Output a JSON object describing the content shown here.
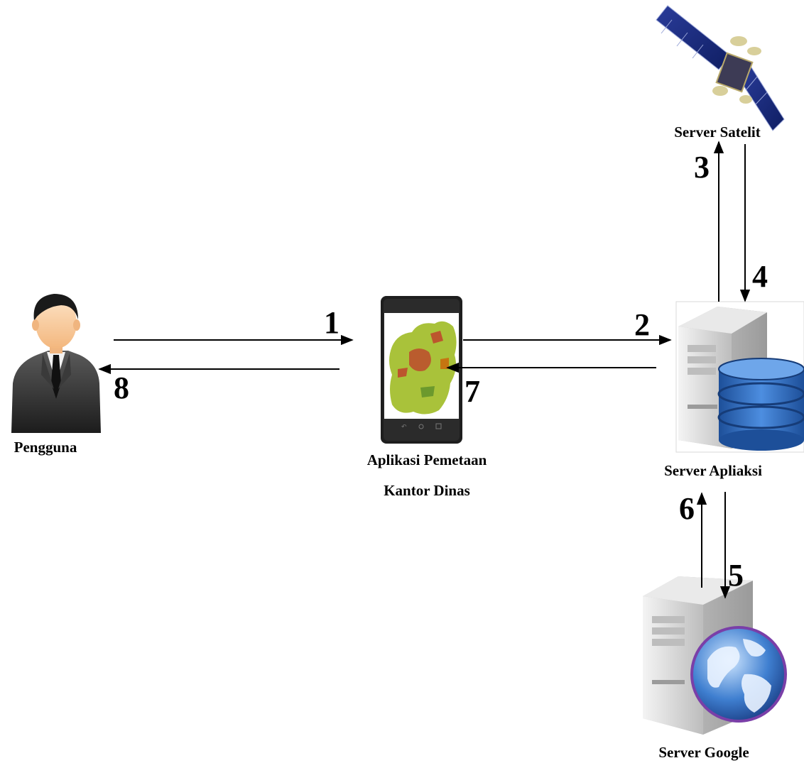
{
  "nodes": {
    "user": {
      "label": "Pengguna",
      "icon": "businessman-icon"
    },
    "app": {
      "label_line1": "Aplikasi Pemetaan",
      "label_line2": "Kantor Dinas",
      "icon": "smartphone-map-icon"
    },
    "app_server": {
      "label": "Server Apliaksi",
      "icon": "server-database-icon"
    },
    "satellite": {
      "label": "Server Satelit",
      "icon": "satellite-icon"
    },
    "google": {
      "label": "Server Google",
      "icon": "server-globe-icon"
    }
  },
  "steps": [
    "1",
    "2",
    "3",
    "4",
    "5",
    "6",
    "7",
    "8"
  ],
  "colors": {
    "line": "#000000",
    "text": "#000000",
    "db_blue": "#2f6fc0",
    "server_gray": "#d4d4d4",
    "map_green": "#a9c23a",
    "map_red": "#c0392b"
  }
}
